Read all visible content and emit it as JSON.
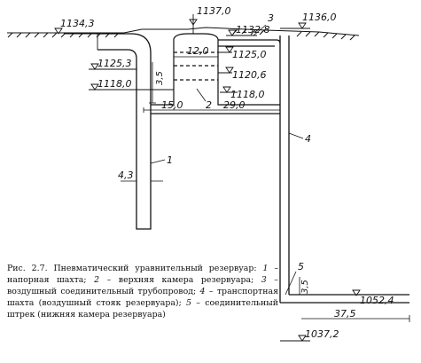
{
  "figure": {
    "elevations": {
      "e1134_3": "1134,3",
      "e1137_0": "1137,0",
      "e1132_8": "1132,8",
      "e1136_0": "1136,0",
      "e1125_3": "1125,3",
      "e1118_0_left": "1118,0",
      "e1125_0": "1125,0",
      "e1120_6": "1120,6",
      "e1118_0_right": "1118,0",
      "e1052_4": "1052,4",
      "e1037_2": "1037,2"
    },
    "dimensions": {
      "chamber_length": "12,0",
      "shaft_offset": "15,0",
      "gallery_length": "29,0",
      "radius": "3,5",
      "shaft_diameter": "4,3",
      "bottom_height": "3,5",
      "bottom_length": "37,5"
    },
    "element_numbers": {
      "n1": "1",
      "n2": "2",
      "n3": "3",
      "n4": "4",
      "n5": "5"
    }
  },
  "caption": {
    "title": "Рис. 2.7. Пневматический уравнительный резервуар:",
    "item1_num": "1",
    "item1_text": " – напорная шахта; ",
    "item2_num": "2",
    "item2_text": " – верхняя камера резервуара; ",
    "item3_num": "3",
    "item3_text": " – воздушный соединительный трубопровод; ",
    "item4_num": "4",
    "item4_text": " – транспортная шахта (воздушный стояк резервуара); ",
    "item5_num": "5",
    "item5_text": " – соединительный штрек (нижняя камера резервуара)"
  }
}
